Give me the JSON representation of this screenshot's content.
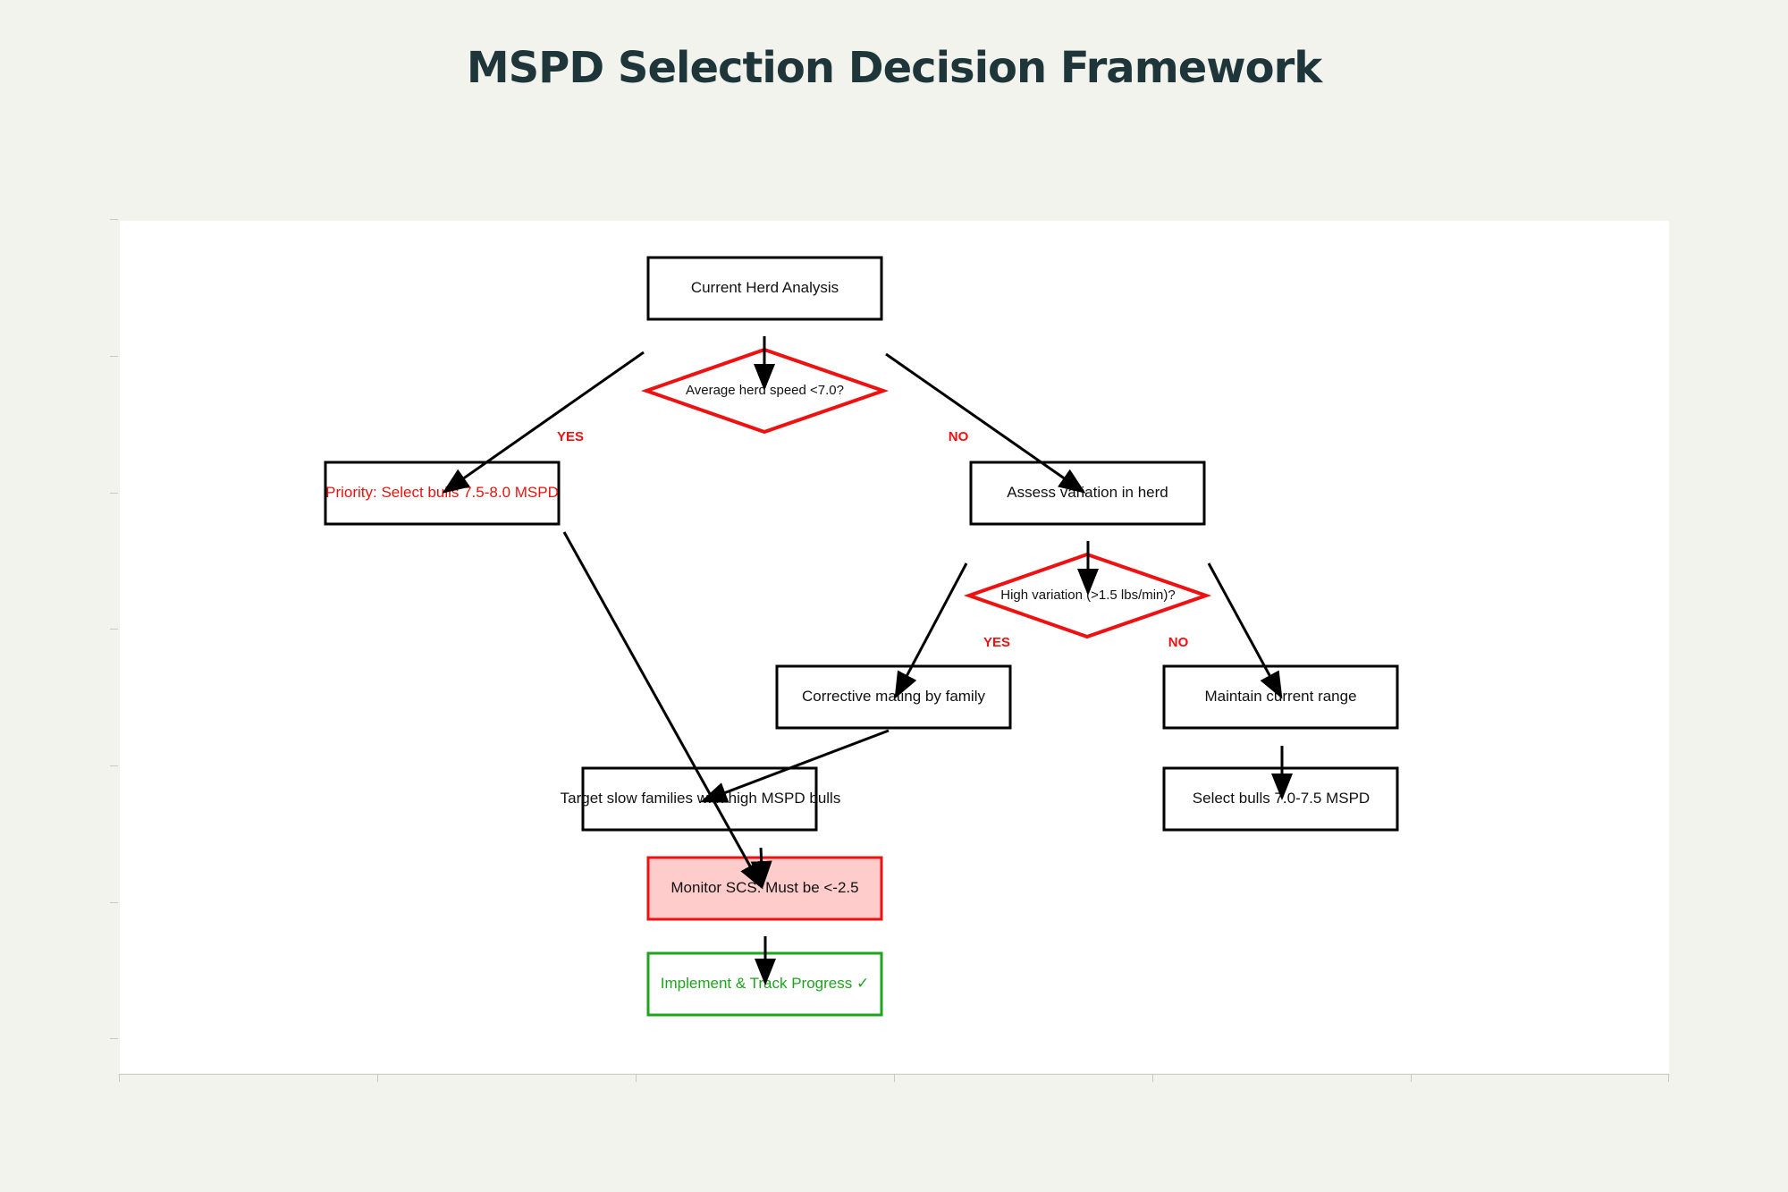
{
  "title": "MSPD Selection Decision Framework",
  "colors": {
    "background": "#f3f3ee",
    "plot_background": "#ffffff",
    "title": "#1e3539",
    "decision_stroke": "#ee1111",
    "priority_text": "#e8140f",
    "monitor_fill": "#ffcccc",
    "monitor_stroke": "#ee1111",
    "success": "#1da51d",
    "process_stroke": "#000000"
  },
  "nodes": {
    "current_herd_analysis": "Current Herd Analysis",
    "avg_speed_decision": "Average herd speed <7.0?",
    "priority_select": "Priority: Select bulls 7.5-8.0 MSPD",
    "assess_variation": "Assess variation in herd",
    "high_variation_decision": "High variation (>1.5 lbs/min)?",
    "corrective_mating": "Corrective mating by family",
    "maintain_range": "Maintain current range",
    "target_slow_families": "Target slow families with high MSPD bulls",
    "select_bulls_range": "Select bulls 7.0-7.5 MSPD",
    "monitor_scs": "Monitor SCS: Must be <-2.5",
    "implement_track": "Implement & Track Progress ✓"
  },
  "branch_labels": {
    "speed_yes": "YES",
    "speed_no": "NO",
    "variation_yes": "YES",
    "variation_no": "NO"
  }
}
